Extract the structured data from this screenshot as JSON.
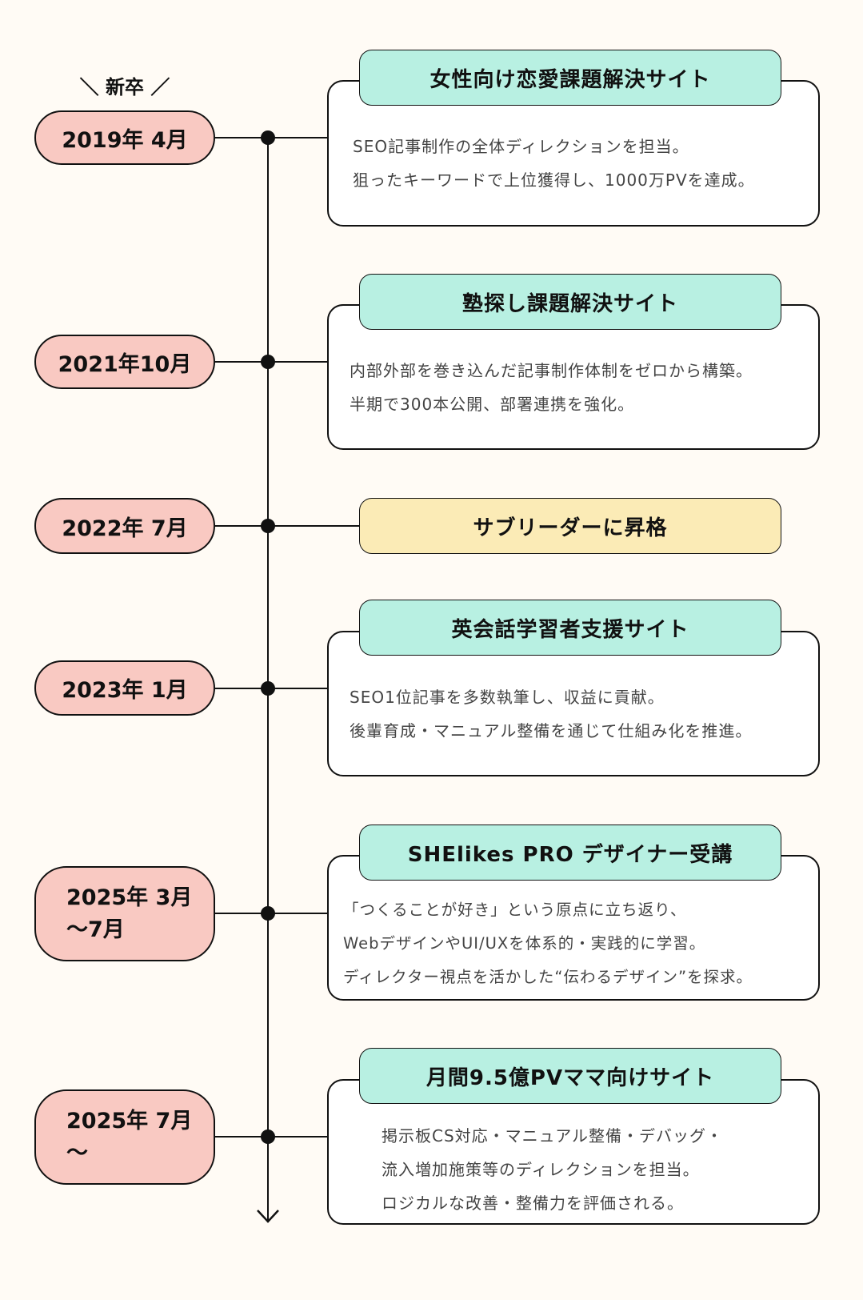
{
  "new_grad_label": "＼ 新卒 ／",
  "colors": {
    "background": "#fffbf5",
    "date_pill": "#f9c9c2",
    "title_tab": "#b8f0e2",
    "promotion_tab": "#fbebb6"
  },
  "items": [
    {
      "date_lines": [
        "2019年 4月"
      ],
      "title": "女性向け恋愛課題解決サイト",
      "body": [
        "SEO記事制作の全体ディレクションを担当。",
        "狙ったキーワードで上位獲得し、1000万PVを達成。"
      ]
    },
    {
      "date_lines": [
        "2021年10月"
      ],
      "title": "塾探し課題解決サイト",
      "body": [
        "内部外部を巻き込んだ記事制作体制をゼロから構築。",
        "半期で300本公開、部署連携を強化。"
      ]
    },
    {
      "date_lines": [
        "2022年 7月"
      ],
      "title": "サブリーダーに昇格",
      "body": []
    },
    {
      "date_lines": [
        "2023年 1月"
      ],
      "title": "英会話学習者支援サイト",
      "body": [
        "SEO1位記事を多数執筆し、収益に貢献。",
        "後輩育成・マニュアル整備を通じて仕組み化を推進。"
      ]
    },
    {
      "date_lines": [
        "2025年 3月",
        "～7月"
      ],
      "title": "SHElikes PRO デザイナー受講",
      "body": [
        "「つくることが好き」という原点に立ち返り、",
        "WebデザインやUI/UXを体系的・実践的に学習。",
        "ディレクター視点を活かした“伝わるデザイン”を探求。"
      ]
    },
    {
      "date_lines": [
        "2025年 7月",
        "～"
      ],
      "title": "月間9.5億PVママ向けサイト",
      "body": [
        "掲示板CS対応・マニュアル整備・デバッグ・",
        "流入増加施策等のディレクションを担当。",
        "ロジカルな改善・整備力を評価される。"
      ]
    }
  ]
}
